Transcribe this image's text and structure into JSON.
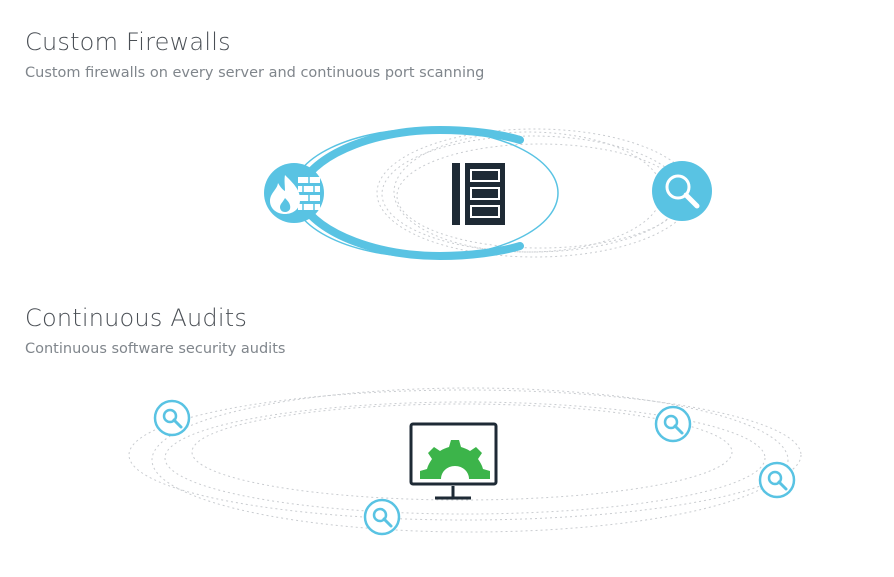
{
  "firewalls": {
    "title": "Custom Firewalls",
    "subtitle": "Custom firewalls on every server and continuous port scanning",
    "icons": [
      "firewall-icon",
      "server-icon",
      "search-icon"
    ]
  },
  "audits": {
    "title": "Continuous Audits",
    "subtitle": "Continuous software security audits",
    "icons": [
      "monitor-icon",
      "gear-icon",
      "search-icon"
    ]
  },
  "colors": {
    "accent_blue": "#59c3e3",
    "dark_navy": "#1e2a35",
    "gear_green": "#3cb44a",
    "orbit_gray": "#c9ccd0",
    "title_text": "#4a4f55",
    "subtitle_text": "#80868c"
  }
}
